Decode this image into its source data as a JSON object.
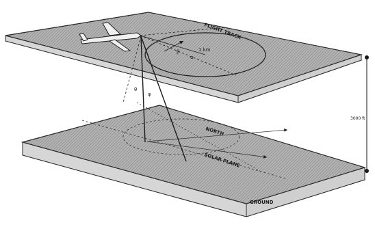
{
  "diagram": {
    "labels": {
      "flight_track": "FLIGHT TRACK",
      "distance": "1 km",
      "angle_a": "β",
      "angle_b": "α",
      "north": "NORTH",
      "solar_plane": "SOLAR PLANE",
      "height": "3000 ft",
      "ground": "GROUND",
      "theta": "θ",
      "phi": "φ"
    },
    "colors": {
      "plane_fill": "#a9a9a9",
      "plane_edge": "#2b2b2b",
      "line": "#1a1a1a"
    }
  }
}
